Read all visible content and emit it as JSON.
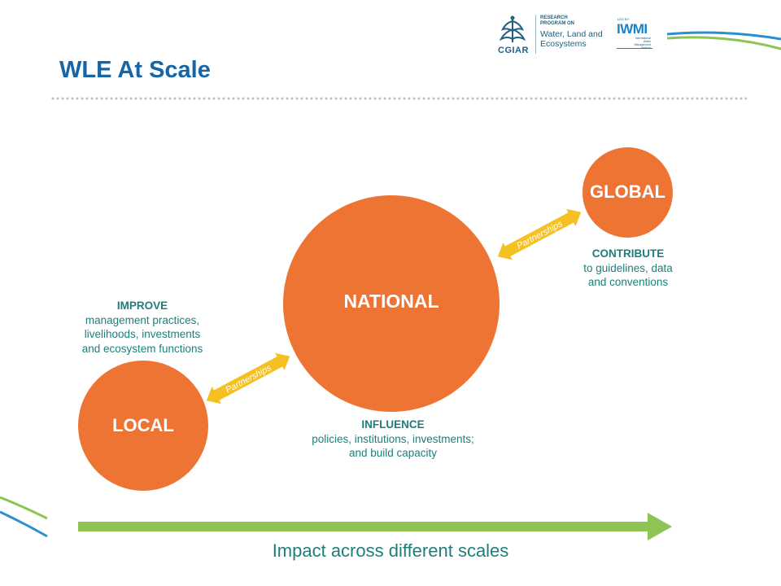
{
  "slide": {
    "title": "WLE At Scale"
  },
  "header_logos": {
    "cgiar": "CGIAR",
    "program_caps": [
      "RESEARCH",
      "PROGRAM ON"
    ],
    "program_name": [
      "Water, Land and",
      "Ecosystems"
    ],
    "led_by": "LED BY:",
    "iwmi": "IWMI",
    "iwmi_sub": [
      "International",
      "Water Management",
      "Institute"
    ]
  },
  "diagram": {
    "scales": {
      "local": "LOCAL",
      "national": "NATIONAL",
      "global": "GLOBAL"
    },
    "notes": {
      "improve": {
        "heading": "IMPROVE",
        "lines": [
          "management practices,",
          "livelihoods, investments",
          "and ecosystem functions"
        ]
      },
      "influence": {
        "heading": "INFLUENCE",
        "lines": [
          "policies, institutions, investments;",
          "and build capacity"
        ]
      },
      "contribute": {
        "heading": "CONTRIBUTE",
        "lines": [
          "to guidelines, data",
          "and conventions"
        ]
      }
    },
    "links": [
      "Partnerships",
      "Partnerships"
    ],
    "impact_caption": "Impact across different scales"
  },
  "colors": {
    "title": "#1565a8",
    "circle": "#ee7433",
    "partnership_arrow": "#f5c022",
    "note_text": "#1d7f7a",
    "impact_arrow": "#8dc453",
    "swoosh_green": "#8dc453",
    "swoosh_blue": "#2a8fd0"
  }
}
